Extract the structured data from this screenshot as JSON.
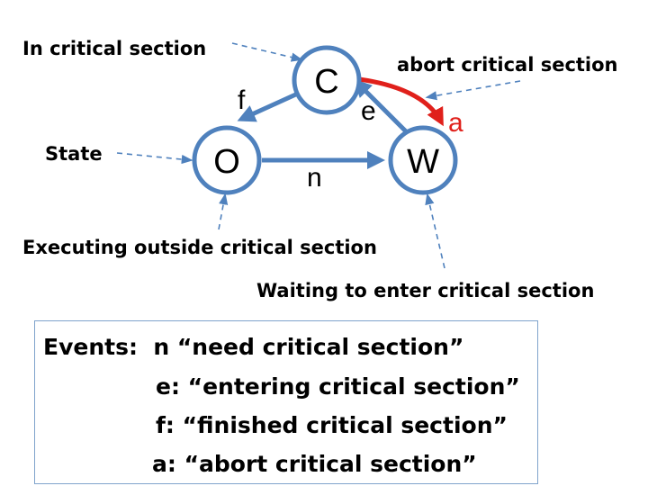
{
  "states": {
    "c": {
      "letter": "C"
    },
    "o": {
      "letter": "O"
    },
    "w": {
      "letter": "W"
    }
  },
  "edges": {
    "f": {
      "label": "f"
    },
    "e": {
      "label": "e"
    },
    "n": {
      "label": "n"
    },
    "a": {
      "label": "a",
      "color": "#e0201b"
    }
  },
  "annotations": {
    "c": "In critical section",
    "abort": "abort critical section",
    "state": "State",
    "o": "Executing outside critical section",
    "w": "Waiting to enter critical section"
  },
  "legend": {
    "line1": "Events:  n “need critical section”",
    "line2": "e: “entering critical section”",
    "line3": "f: “finished critical section”",
    "line4": "a: “abort critical section”"
  },
  "colors": {
    "node_stroke": "#4f81bd",
    "abort_edge": "#e0201b"
  }
}
